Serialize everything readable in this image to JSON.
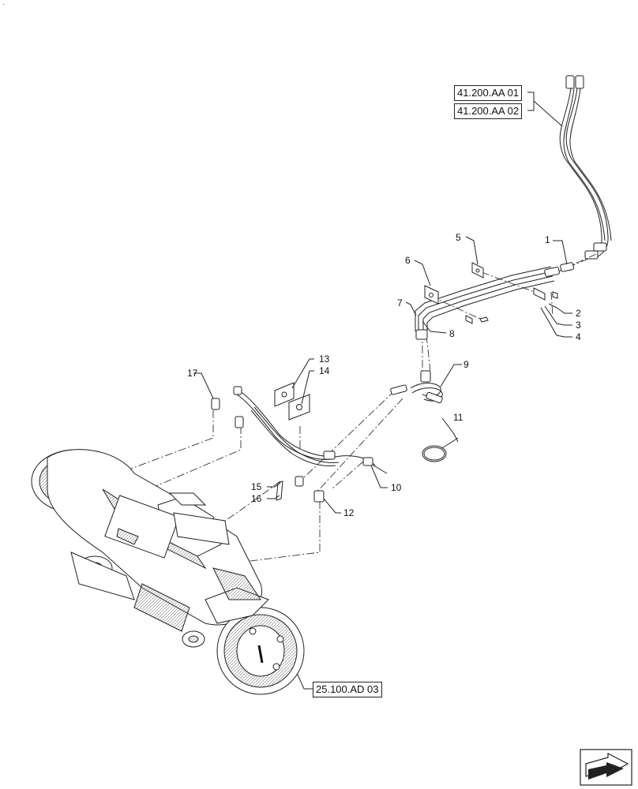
{
  "references": {
    "ref1": "41.200.AA 01",
    "ref2": "41.200.AA 02",
    "ref3": "25.100.AD 03"
  },
  "callouts": [
    "1",
    "2",
    "3",
    "4",
    "5",
    "6",
    "7",
    "8",
    "9",
    "10",
    "11",
    "12",
    "13",
    "14",
    "15",
    "16",
    "17"
  ],
  "corner_mark": "·"
}
